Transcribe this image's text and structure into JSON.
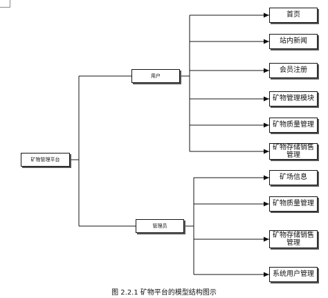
{
  "diagram": {
    "root": "矿物管理平台",
    "branches": [
      {
        "label": "用户",
        "children": [
          "首页",
          "站内新闻",
          "会员注册",
          "矿物管理模块",
          "矿物质量管理",
          "矿物存储销售管理"
        ]
      },
      {
        "label": "管理员",
        "children": [
          "矿场信息",
          "矿物质量管理",
          "矿物存储销售管理",
          "系统用户管理"
        ]
      }
    ],
    "caption": "图 2.2.1 矿物平台的模型结构图示"
  }
}
